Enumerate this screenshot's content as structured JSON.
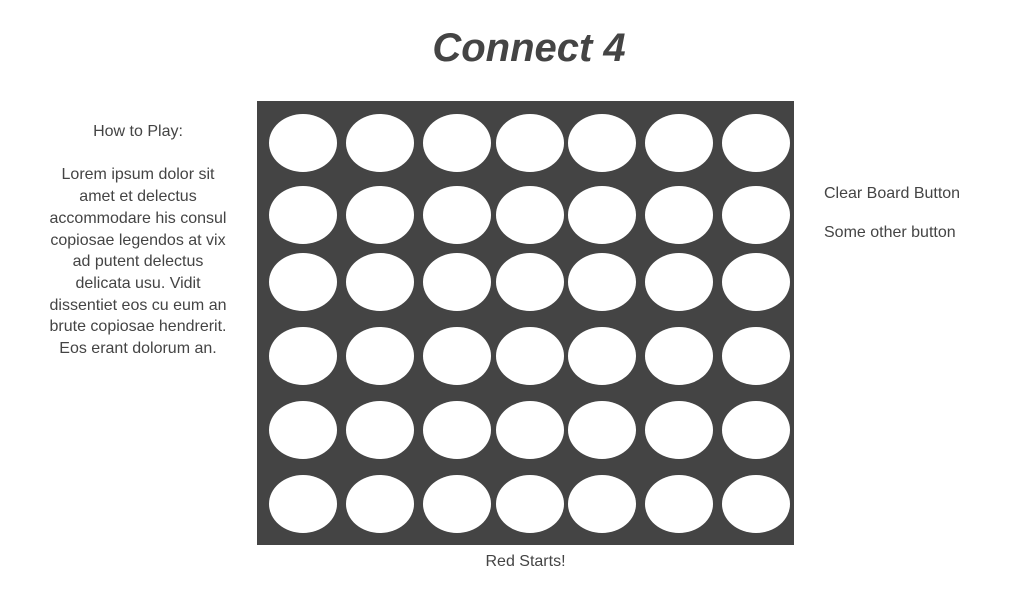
{
  "title": "Connect 4",
  "instructions": {
    "heading": "How to Play:",
    "body": "Lorem ipsum dolor sit amet et delectus accommodare his consul copiosae legendos at vix ad putent delectus delicata usu. Vidit dissentiet eos cu eum an brute copiosae hendrerit. Eos erant dolorum an."
  },
  "board": {
    "rows": 6,
    "columns": 7,
    "cells": [
      [
        "empty",
        "empty",
        "empty",
        "empty",
        "empty",
        "empty",
        "empty"
      ],
      [
        "empty",
        "empty",
        "empty",
        "empty",
        "empty",
        "empty",
        "empty"
      ],
      [
        "empty",
        "empty",
        "empty",
        "empty",
        "empty",
        "empty",
        "empty"
      ],
      [
        "empty",
        "empty",
        "empty",
        "empty",
        "empty",
        "empty",
        "empty"
      ],
      [
        "empty",
        "empty",
        "empty",
        "empty",
        "empty",
        "empty",
        "empty"
      ],
      [
        "empty",
        "empty",
        "empty",
        "empty",
        "empty",
        "empty",
        "empty"
      ]
    ]
  },
  "status": "Red Starts!",
  "controls": {
    "clear_board": "Clear Board Button",
    "other": "Some other button"
  },
  "colors": {
    "board": "#444444",
    "empty_cell": "#ffffff",
    "text": "#444444"
  }
}
